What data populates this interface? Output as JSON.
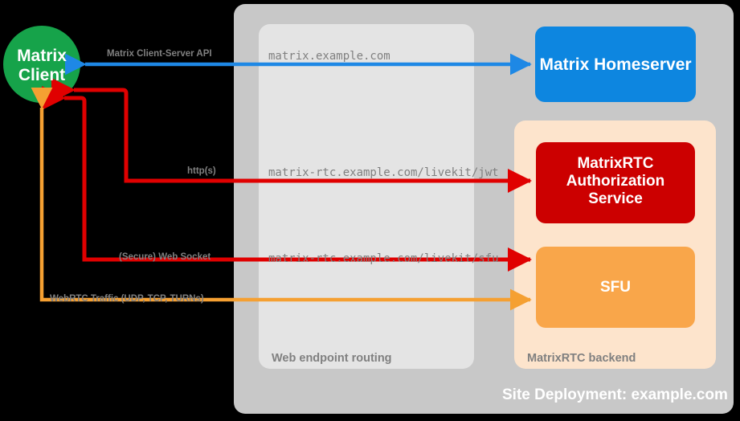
{
  "diagram": {
    "title_caption": "Site Deployment: example.com",
    "background_color": "#000000",
    "site_container": {
      "label": "Site Deployment: example.com",
      "color": "#c8c8c8"
    },
    "routing_container": {
      "label": "Web endpoint routing",
      "color": "#e4e4e4"
    },
    "backend_container": {
      "label": "MatrixRTC backend",
      "color": "#fde4cc"
    },
    "nodes": {
      "client": {
        "label_line1": "Matrix",
        "label_line2": "Client",
        "color": "#16a34a",
        "shape": "circle"
      },
      "homeserver": {
        "label": "Matrix Homeserver",
        "color": "#0d86e0",
        "shape": "rounded-rect"
      },
      "auth_service": {
        "label_line1": "MatrixRTC",
        "label_line2": "Authorization",
        "label_line3": "Service",
        "color": "#cc0000",
        "shape": "rounded-rect"
      },
      "sfu": {
        "label": "SFU",
        "color": "#f9a64a",
        "shape": "rounded-rect"
      }
    },
    "edges": [
      {
        "id": "cs-api",
        "protocol_label": "Matrix Client-Server API",
        "endpoint_label": "matrix.example.com",
        "color": "#1e88e5",
        "direction": "bidirectional"
      },
      {
        "id": "jwt",
        "protocol_label": "http(s)",
        "endpoint_label": "matrix-rtc.example.com/livekit/jwt",
        "color": "#e00000",
        "direction": "bidirectional"
      },
      {
        "id": "sfu-ws",
        "protocol_label": "(Secure) Web Socket",
        "endpoint_label": "matrix-rtc.example.com/livekit/sfu",
        "color": "#e00000",
        "direction": "bidirectional"
      },
      {
        "id": "webrtc",
        "protocol_label": "WebRTC Traffic (UDP, TCP, TURNs)",
        "endpoint_label": "",
        "color": "#f5a032",
        "direction": "bidirectional"
      }
    ]
  }
}
